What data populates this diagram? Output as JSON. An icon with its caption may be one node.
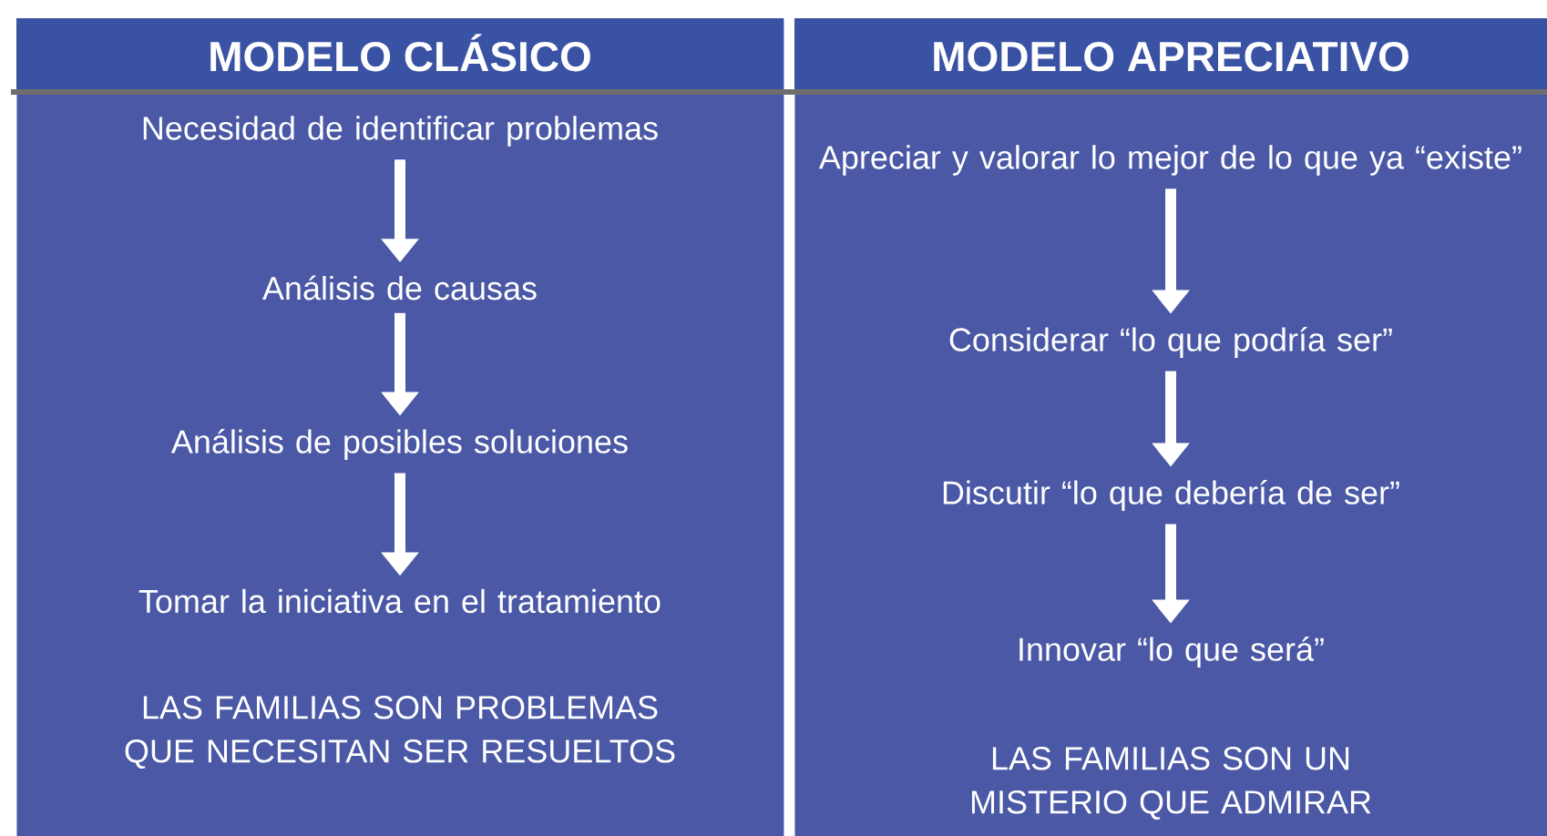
{
  "diagram": {
    "nodes": [
      {
        "text": [
          "MODELO CLÁSICO"
        ]
      },
      {
        "text": [
          "Necesidad de identificar problemas"
        ],
        "in": 0
      },
      {
        "text": [
          "Análisis de causas"
        ],
        "in": 0
      },
      {
        "text": [
          "Análisis de posibles soluciones"
        ],
        "in": 0
      },
      {
        "text": [
          "Tomar la iniciativa en el tratamiento"
        ],
        "in": 0
      },
      {
        "text": [
          "LAS FAMILIAS SON PROBLEMAS QUE NECESITAN SER RESUELTOS"
        ],
        "in": 0
      },
      {
        "text": [
          "MODELO APRECIATIVO"
        ]
      },
      {
        "text": [
          "Apreciar y valorar lo mejor de lo que ya “existe”"
        ],
        "in": 6
      },
      {
        "text": [
          "Considerar “lo que podría ser”"
        ],
        "in": 6
      },
      {
        "text": [
          "Discutir “lo que debería de ser”"
        ],
        "in": 6
      },
      {
        "text": [
          "Innovar “lo que será”"
        ],
        "in": 6
      },
      {
        "text": [
          "LAS FAMILIAS SON UN MISTERIO QUE ADMIRAR"
        ],
        "in": 6
      }
    ],
    "edges": [
      {
        "from": 1,
        "to": 2,
        "arrow": "to"
      },
      {
        "from": 2,
        "to": 3,
        "arrow": "to"
      },
      {
        "from": 3,
        "to": 4,
        "arrow": "to"
      },
      {
        "from": 7,
        "to": 8,
        "arrow": "to"
      },
      {
        "from": 8,
        "to": 9,
        "arrow": "to"
      },
      {
        "from": 9,
        "to": 10,
        "arrow": "to"
      }
    ]
  }
}
